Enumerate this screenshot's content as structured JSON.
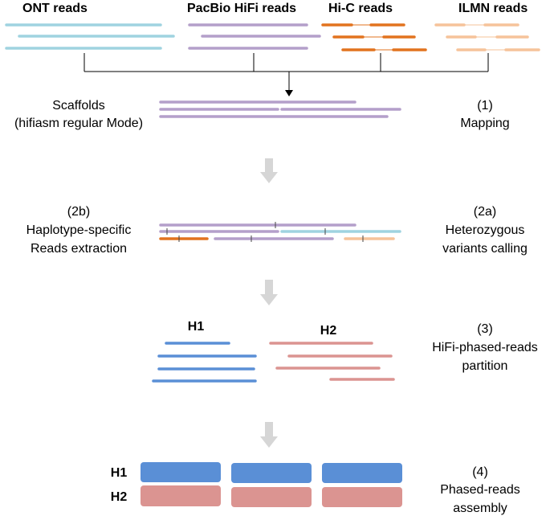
{
  "sources": {
    "ont": "ONT reads",
    "hifi": "PacBio HiFi reads",
    "hic": "Hi-C reads",
    "ilmn": "ILMN reads"
  },
  "scaffolds": {
    "line1": "Scaffolds",
    "line2": "(hifiasm regular Mode)"
  },
  "steps": {
    "s1": {
      "num": "(1)",
      "line1": "Mapping"
    },
    "s2b": {
      "num": "(2b)",
      "line1": "Haplotype-specific",
      "line2": "Reads extraction"
    },
    "s2a": {
      "num": "(2a)",
      "line1": "Heterozygous",
      "line2": "variants calling"
    },
    "s3": {
      "num": "(3)",
      "line1": "HiFi-phased-reads",
      "line2": "partition"
    },
    "s4": {
      "num": "(4)",
      "line1": "Phased-reads",
      "line2": "assembly"
    }
  },
  "haplotypes": {
    "h1": "H1",
    "h2": "H2"
  },
  "colors": {
    "ont": "#9fd3e0",
    "hifi": "#b49fca",
    "hic": "#e2731f",
    "ilmn": "#f6c39a",
    "h1": "#5a8fd6",
    "h2": "#db9491",
    "arrow": "#d6d6d6",
    "connector": "#000000"
  }
}
